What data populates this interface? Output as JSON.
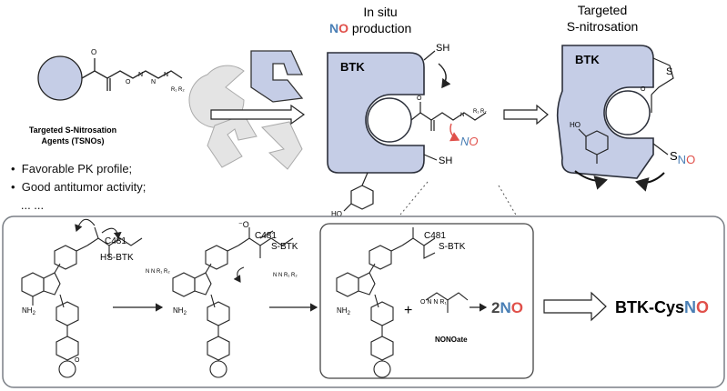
{
  "top": {
    "agent_label_line1": "Targeted S-Nitrosation",
    "agent_label_line2": "Agents (TSNOs)",
    "bullets": [
      "Favorable PK profile;",
      "Good antitumor activity;",
      "... ..."
    ],
    "insitu_line1": "In situ",
    "insitu_no": "NO",
    "insitu_line2": " production",
    "targeted_line1": "Targeted",
    "targeted_line2": "S-nitrosation",
    "protein_label": "BTK",
    "sh_label": "SH",
    "s_label": "S",
    "sno_s": "S",
    "sno_no": "NO",
    "released_no": "NO",
    "ho_label": "HO"
  },
  "bottom": {
    "c481_a": "C481",
    "hs_btk": "HS-BTK",
    "c481_b": "C481",
    "s_btk_b": "S-BTK",
    "c481_c": "C481",
    "s_btk_c": "S-BTK",
    "nh2_label": "NH",
    "plus": "+",
    "two": "2",
    "two_no": "NO",
    "nonoate_label": "NONOate",
    "product_prefix": "BTK-Cys",
    "product_no": "NO"
  },
  "colors": {
    "no_red": "#e0504a",
    "no_blue": "#4a7fb5",
    "protein_fill": "#c5cde6",
    "protein_stroke": "#2b2f3a",
    "frame": "#7a7f86"
  }
}
